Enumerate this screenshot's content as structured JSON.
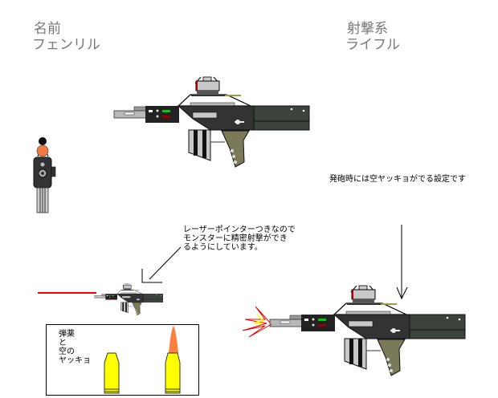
{
  "header": {
    "name_label": "名前",
    "name_value": "フェンリル",
    "type_label": "射撃系",
    "type_value": "ライフル"
  },
  "notes": {
    "laser": "レーザーポインターつきなので\nモンスターに精密射撃ができ\nるようにしています。",
    "casing": "発砲時には空ヤッキョがでる設定です"
  },
  "ammo_box": {
    "label": "弾薬\n と\n空の\nヤッキョ"
  },
  "colors": {
    "body": "#333333",
    "stock": "#3c423c",
    "grip": "#7a7a58",
    "bullet": "#ffff00",
    "tip": "#ff7f40",
    "laser": "#ff0000"
  }
}
